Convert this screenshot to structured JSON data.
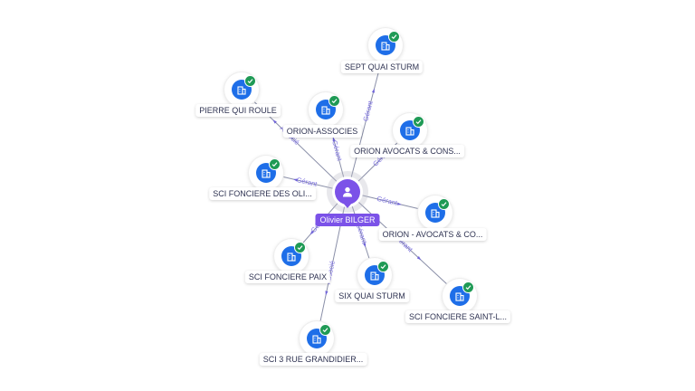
{
  "center": {
    "name": "Olivier BILGER",
    "icon": "person-icon",
    "color": "#7b52e8"
  },
  "companies": [
    {
      "id": "sept-quai-sturm",
      "label": "SEPT QUAI STURM",
      "edge_label": "Gérant"
    },
    {
      "id": "pierre-qui-roule",
      "label": "PIERRE QUI ROULE",
      "edge_label": "Associé"
    },
    {
      "id": "orion-associes",
      "label": "ORION-ASSOCIES",
      "edge_label": "Gérant"
    },
    {
      "id": "orion-avocats-cons",
      "label": "ORION AVOCATS & CONS...",
      "edge_label": "Gérant"
    },
    {
      "id": "sci-fonciere-des-oli",
      "label": "SCI FONCIERE DES OLI...",
      "edge_label": "Gérant"
    },
    {
      "id": "orion-avocats-co",
      "label": "ORION - AVOCATS & CO...",
      "edge_label": "Gérant"
    },
    {
      "id": "sci-fonciere-paix",
      "label": "SCI FONCIERE PAIX",
      "edge_label": "Gérant"
    },
    {
      "id": "six-quai-sturm",
      "label": "SIX QUAI STURM",
      "edge_label": "Gérant"
    },
    {
      "id": "sci-fonciere-saint-l",
      "label": "SCI FONCIERE SAINT-L...",
      "edge_label": "Gérant"
    },
    {
      "id": "sci-3-rue-grandidier",
      "label": "SCI 3 RUE GRANDIDIER...",
      "edge_label": "Associé"
    }
  ],
  "colors": {
    "company": "#1e6ee8",
    "verified": "#1f9a55",
    "edge_label": "#7b6fe0",
    "edge": "#8a8fa8"
  },
  "icons": {
    "company": "building-icon",
    "verified": "check-badge-icon"
  }
}
